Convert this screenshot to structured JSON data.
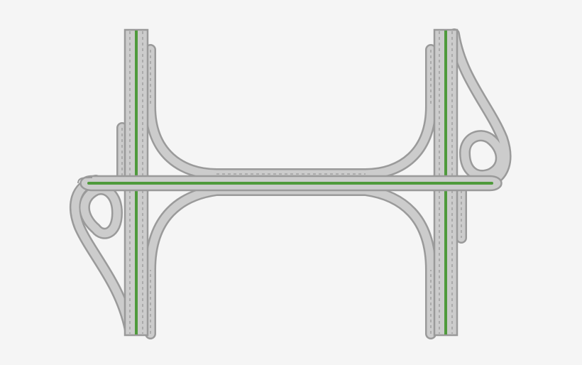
{
  "diagram": {
    "kind": "highway-interchange",
    "colors": {
      "background": "#f5f5f5",
      "road_fill": "#cccccc",
      "road_edge": "#9a9a9a",
      "lane_dash": "#8a8a8a",
      "median": "#4f9a3c"
    },
    "components": [
      "left-north-south-highway",
      "right-north-south-highway",
      "east-west-connector",
      "loop-ramp-west",
      "loop-ramp-east",
      "curved-ramps"
    ]
  }
}
